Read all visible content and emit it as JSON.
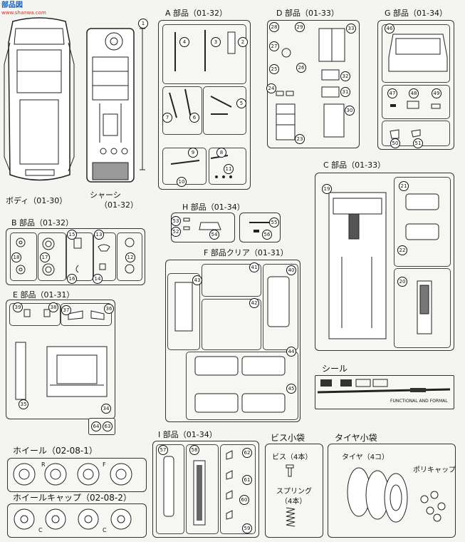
{
  "watermark": {
    "title": "部品図",
    "url": "www.shanwa.com"
  },
  "body_label": "ボディ（01-30）",
  "chassis_label": "シャーシ",
  "chassis_code": "（01-32）",
  "sections": {
    "A": "A 部品（01-32）",
    "D": "D 部品（01-33）",
    "G": "G 部品（01-34）",
    "C": "C 部品（01-33）",
    "H": "H 部品（01-34）",
    "B": "B 部品（01-32）",
    "F": "F 部品クリア（01-31）",
    "E": "E 部品（01-31）",
    "seal": "シール",
    "wheel": "ホイール（02-08-1）",
    "wheelcap": "ホイールキャップ（02-08-2）",
    "I": "I 部品（01-34）",
    "screw_bag": "ビス小袋",
    "tire_bag": "タイヤ小袋"
  },
  "screw_label": "ビス（4本）",
  "spring_label": "スプリング",
  "spring_count": "（4本）",
  "tire_label": "タイヤ（4コ）",
  "polycap_label": "ポリキャップ",
  "wheel_marks": [
    "R",
    "F"
  ],
  "cap_marks": [
    "C",
    "C"
  ],
  "seal_text": "FUNCTIONAL AND FORMAL",
  "part_numbers": {
    "n1": "1",
    "n2": "2",
    "n3": "3",
    "n4": "4",
    "n5": "5",
    "n6": "6",
    "n7": "7",
    "n8": "8",
    "n9": "9",
    "n10": "10",
    "n11": "11",
    "n12": "12",
    "n13": "13",
    "n14": "14",
    "n15": "15",
    "n16": "16",
    "n17": "17",
    "n18": "18",
    "n19": "19",
    "n20": "20",
    "n21": "21",
    "n22": "22",
    "n23": "23",
    "n24": "24",
    "n25": "25",
    "n26": "26",
    "n27": "27",
    "n28": "28",
    "n29": "29",
    "n30": "30",
    "n31": "31",
    "n32": "32",
    "n33": "33",
    "n34": "34",
    "n35": "35",
    "n36": "36",
    "n37": "37",
    "n38": "38",
    "n39": "39",
    "n40": "40",
    "n41": "41",
    "n42": "42",
    "n43": "43",
    "n44": "44",
    "n45": "45",
    "n46": "46",
    "n47": "47",
    "n48": "48",
    "n49": "49",
    "n50": "50",
    "n51": "51",
    "n52": "52",
    "n53": "53",
    "n54": "54",
    "n55": "55",
    "n56": "56",
    "n57": "57",
    "n58": "58",
    "n59": "59",
    "n60": "60",
    "n61": "61",
    "n62": "62",
    "n63": "63",
    "n64": "64"
  }
}
